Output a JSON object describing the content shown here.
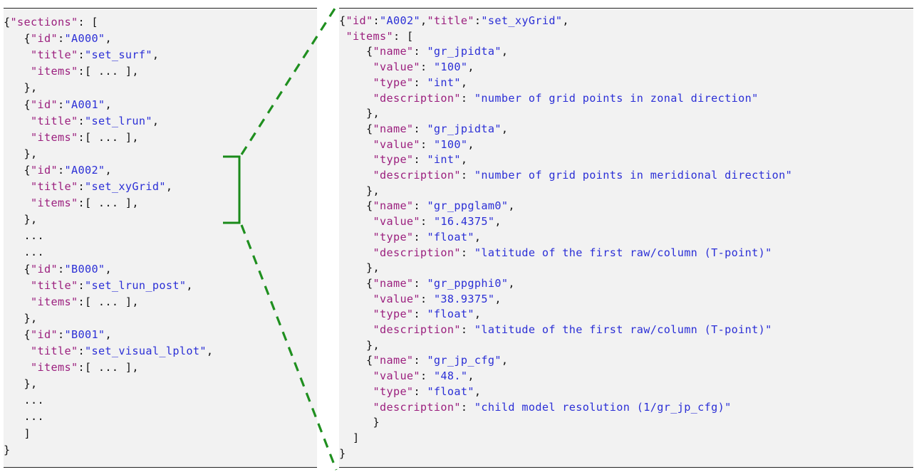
{
  "left_code": [
    [
      [
        "p",
        "{"
      ],
      [
        "k",
        "\"sections\""
      ],
      [
        "p",
        ": ["
      ]
    ],
    [
      [
        "p",
        "   {"
      ],
      [
        "k",
        "\"id\""
      ],
      [
        "p",
        ":"
      ],
      [
        "s",
        "\"A000\""
      ],
      [
        "p",
        ","
      ]
    ],
    [
      [
        "p",
        "    "
      ],
      [
        "k",
        "\"title\""
      ],
      [
        "p",
        ":"
      ],
      [
        "s",
        "\"set_surf\""
      ],
      [
        "p",
        ","
      ]
    ],
    [
      [
        "p",
        "    "
      ],
      [
        "k",
        "\"items\""
      ],
      [
        "p",
        ":[ ... ],"
      ]
    ],
    [
      [
        "p",
        "   },"
      ]
    ],
    [
      [
        "p",
        "   {"
      ],
      [
        "k",
        "\"id\""
      ],
      [
        "p",
        ":"
      ],
      [
        "s",
        "\"A001\""
      ],
      [
        "p",
        ","
      ]
    ],
    [
      [
        "p",
        "    "
      ],
      [
        "k",
        "\"title\""
      ],
      [
        "p",
        ":"
      ],
      [
        "s",
        "\"set_lrun\""
      ],
      [
        "p",
        ","
      ]
    ],
    [
      [
        "p",
        "    "
      ],
      [
        "k",
        "\"items\""
      ],
      [
        "p",
        ":[ ... ],"
      ]
    ],
    [
      [
        "p",
        "   },"
      ]
    ],
    [
      [
        "p",
        "   {"
      ],
      [
        "k",
        "\"id\""
      ],
      [
        "p",
        ":"
      ],
      [
        "s",
        "\"A002\""
      ],
      [
        "p",
        ","
      ]
    ],
    [
      [
        "p",
        "    "
      ],
      [
        "k",
        "\"title\""
      ],
      [
        "p",
        ":"
      ],
      [
        "s",
        "\"set_xyGrid\""
      ],
      [
        "p",
        ","
      ]
    ],
    [
      [
        "p",
        "    "
      ],
      [
        "k",
        "\"items\""
      ],
      [
        "p",
        ":[ ... ],"
      ]
    ],
    [
      [
        "p",
        "   },"
      ]
    ],
    [
      [
        "p",
        "   ..."
      ]
    ],
    [
      [
        "p",
        "   ..."
      ]
    ],
    [
      [
        "p",
        "   {"
      ],
      [
        "k",
        "\"id\""
      ],
      [
        "p",
        ":"
      ],
      [
        "s",
        "\"B000\""
      ],
      [
        "p",
        ","
      ]
    ],
    [
      [
        "p",
        "    "
      ],
      [
        "k",
        "\"title\""
      ],
      [
        "p",
        ":"
      ],
      [
        "s",
        "\"set_lrun_post\""
      ],
      [
        "p",
        ","
      ]
    ],
    [
      [
        "p",
        "    "
      ],
      [
        "k",
        "\"items\""
      ],
      [
        "p",
        ":[ ... ],"
      ]
    ],
    [
      [
        "p",
        "   },"
      ]
    ],
    [
      [
        "p",
        "   {"
      ],
      [
        "k",
        "\"id\""
      ],
      [
        "p",
        ":"
      ],
      [
        "s",
        "\"B001\""
      ],
      [
        "p",
        ","
      ]
    ],
    [
      [
        "p",
        "    "
      ],
      [
        "k",
        "\"title\""
      ],
      [
        "p",
        ":"
      ],
      [
        "s",
        "\"set_visual_lplot\""
      ],
      [
        "p",
        ","
      ]
    ],
    [
      [
        "p",
        "    "
      ],
      [
        "k",
        "\"items\""
      ],
      [
        "p",
        ":[ ... ],"
      ]
    ],
    [
      [
        "p",
        "   },"
      ]
    ],
    [
      [
        "p",
        "   ..."
      ]
    ],
    [
      [
        "p",
        "   ..."
      ]
    ],
    [
      [
        "p",
        "   ]"
      ]
    ],
    [
      [
        "p",
        "}"
      ]
    ]
  ],
  "right_code": [
    [
      [
        "p",
        "{"
      ],
      [
        "k",
        "\"id\""
      ],
      [
        "p",
        ":"
      ],
      [
        "s",
        "\"A002\""
      ],
      [
        "p",
        ","
      ],
      [
        "k",
        "\"title\""
      ],
      [
        "p",
        ":"
      ],
      [
        "s",
        "\"set_xyGrid\""
      ],
      [
        "p",
        ","
      ]
    ],
    [
      [
        "p",
        " "
      ],
      [
        "k",
        "\"items\""
      ],
      [
        "p",
        ": ["
      ]
    ],
    [
      [
        "p",
        "    {"
      ],
      [
        "k",
        "\"name\""
      ],
      [
        "p",
        ": "
      ],
      [
        "s",
        "\"gr_jpidta\""
      ],
      [
        "p",
        ","
      ]
    ],
    [
      [
        "p",
        "     "
      ],
      [
        "k",
        "\"value\""
      ],
      [
        "p",
        ": "
      ],
      [
        "s",
        "\"100\""
      ],
      [
        "p",
        ","
      ]
    ],
    [
      [
        "p",
        "     "
      ],
      [
        "k",
        "\"type\""
      ],
      [
        "p",
        ": "
      ],
      [
        "s",
        "\"int\""
      ],
      [
        "p",
        ","
      ]
    ],
    [
      [
        "p",
        "     "
      ],
      [
        "k",
        "\"description\""
      ],
      [
        "p",
        ": "
      ],
      [
        "s",
        "\"number of grid points in zonal direction\""
      ]
    ],
    [
      [
        "p",
        "    },"
      ]
    ],
    [
      [
        "p",
        "    {"
      ],
      [
        "k",
        "\"name\""
      ],
      [
        "p",
        ": "
      ],
      [
        "s",
        "\"gr_jpidta\""
      ],
      [
        "p",
        ","
      ]
    ],
    [
      [
        "p",
        "     "
      ],
      [
        "k",
        "\"value\""
      ],
      [
        "p",
        ": "
      ],
      [
        "s",
        "\"100\""
      ],
      [
        "p",
        ","
      ]
    ],
    [
      [
        "p",
        "     "
      ],
      [
        "k",
        "\"type\""
      ],
      [
        "p",
        ": "
      ],
      [
        "s",
        "\"int\""
      ],
      [
        "p",
        ","
      ]
    ],
    [
      [
        "p",
        "     "
      ],
      [
        "k",
        "\"description\""
      ],
      [
        "p",
        ": "
      ],
      [
        "s",
        "\"number of grid points in meridional direction\""
      ]
    ],
    [
      [
        "p",
        "    },"
      ]
    ],
    [
      [
        "p",
        "    {"
      ],
      [
        "k",
        "\"name\""
      ],
      [
        "p",
        ": "
      ],
      [
        "s",
        "\"gr_ppglam0\""
      ],
      [
        "p",
        ","
      ]
    ],
    [
      [
        "p",
        "     "
      ],
      [
        "k",
        "\"value\""
      ],
      [
        "p",
        ": "
      ],
      [
        "s",
        "\"16.4375\""
      ],
      [
        "p",
        ","
      ]
    ],
    [
      [
        "p",
        "     "
      ],
      [
        "k",
        "\"type\""
      ],
      [
        "p",
        ": "
      ],
      [
        "s",
        "\"float\""
      ],
      [
        "p",
        ","
      ]
    ],
    [
      [
        "p",
        "     "
      ],
      [
        "k",
        "\"description\""
      ],
      [
        "p",
        ": "
      ],
      [
        "s",
        "\"latitude of the first raw/column (T-point)\""
      ]
    ],
    [
      [
        "p",
        "    },"
      ]
    ],
    [
      [
        "p",
        "    {"
      ],
      [
        "k",
        "\"name\""
      ],
      [
        "p",
        ": "
      ],
      [
        "s",
        "\"gr_ppgphi0\""
      ],
      [
        "p",
        ","
      ]
    ],
    [
      [
        "p",
        "     "
      ],
      [
        "k",
        "\"value\""
      ],
      [
        "p",
        ": "
      ],
      [
        "s",
        "\"38.9375\""
      ],
      [
        "p",
        ","
      ]
    ],
    [
      [
        "p",
        "     "
      ],
      [
        "k",
        "\"type\""
      ],
      [
        "p",
        ": "
      ],
      [
        "s",
        "\"float\""
      ],
      [
        "p",
        ","
      ]
    ],
    [
      [
        "p",
        "     "
      ],
      [
        "k",
        "\"description\""
      ],
      [
        "p",
        ": "
      ],
      [
        "s",
        "\"latitude of the first raw/column (T-point)\""
      ]
    ],
    [
      [
        "p",
        "    },"
      ]
    ],
    [
      [
        "p",
        "    {"
      ],
      [
        "k",
        "\"name\""
      ],
      [
        "p",
        ": "
      ],
      [
        "s",
        "\"gr_jp_cfg\""
      ],
      [
        "p",
        ","
      ]
    ],
    [
      [
        "p",
        "     "
      ],
      [
        "k",
        "\"value\""
      ],
      [
        "p",
        ": "
      ],
      [
        "s",
        "\"48.\""
      ],
      [
        "p",
        ","
      ]
    ],
    [
      [
        "p",
        "     "
      ],
      [
        "k",
        "\"type\""
      ],
      [
        "p",
        ": "
      ],
      [
        "s",
        "\"float\""
      ],
      [
        "p",
        ","
      ]
    ],
    [
      [
        "p",
        "     "
      ],
      [
        "k",
        "\"description\""
      ],
      [
        "p",
        ": "
      ],
      [
        "s",
        "\"child model resolution (1/gr_jp_cfg)\""
      ]
    ],
    [
      [
        "p",
        "     }"
      ]
    ],
    [
      [
        "p",
        "  ]"
      ]
    ],
    [
      [
        "p",
        "}"
      ]
    ]
  ],
  "colors": {
    "key": "#9b1f7e",
    "string": "#2b2fd6",
    "punct": "#111111",
    "bracket": "#1a8a1a",
    "dashed": "#1f8f1f",
    "panel": "#f2f2f2"
  }
}
